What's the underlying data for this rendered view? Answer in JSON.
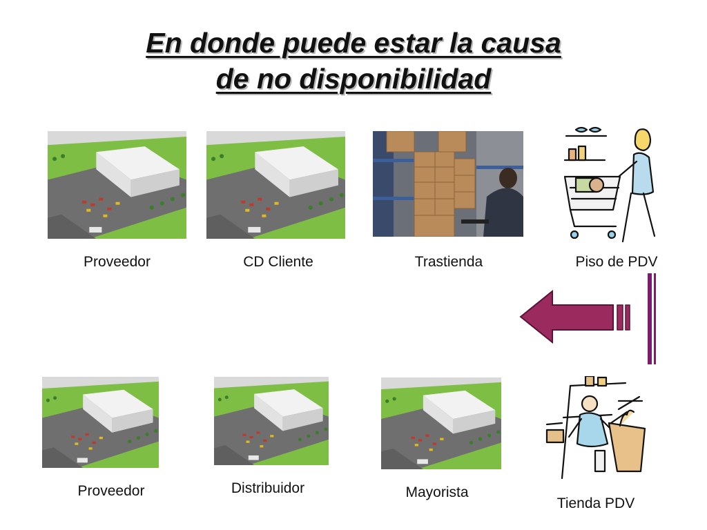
{
  "title": {
    "line1": "En donde puede estar la causa",
    "line2": "de no disponibilidad"
  },
  "top_row": [
    {
      "label": "Proveedor",
      "icon": "warehouse-image"
    },
    {
      "label": "CD Cliente",
      "icon": "warehouse-image"
    },
    {
      "label": "Trastienda",
      "icon": "stockroom-photo"
    },
    {
      "label": "Piso de PDV",
      "icon": "shopper-cart-clipart"
    }
  ],
  "bottom_row": [
    {
      "label": "Proveedor",
      "icon": "warehouse-image"
    },
    {
      "label": "Distribuidor",
      "icon": "warehouse-image"
    },
    {
      "label": "Mayorista",
      "icon": "warehouse-image"
    },
    {
      "label": "Tienda PDV",
      "icon": "shopkeeper-clipart"
    }
  ],
  "colors": {
    "arrow": "#9b2a5e",
    "bars": "#7a1d6e",
    "grass": "#7fbe45",
    "roof": "#f2f2f2"
  }
}
